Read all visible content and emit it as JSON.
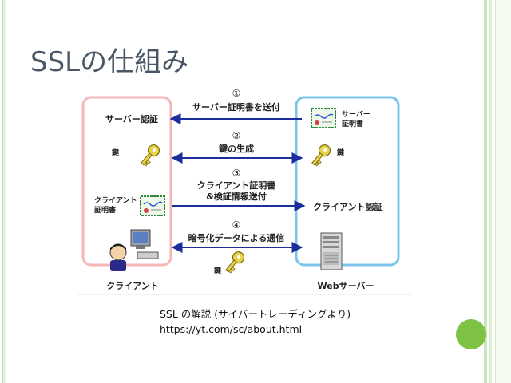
{
  "slide": {
    "title": "SSLの仕組み",
    "caption_line1": "SSL の解説 (サイバートレーディングより)",
    "caption_line2": "https://yt.com/sc/about.html"
  },
  "diagram": {
    "steps": [
      {
        "num": "①",
        "label": "サーバー証明書を送付"
      },
      {
        "num": "②",
        "label": "鍵の生成"
      },
      {
        "num": "③",
        "label_line1": "クライアント証明書",
        "label_line2": "&検証情報送付"
      },
      {
        "num": "④",
        "label": "暗号化データによる通信"
      }
    ],
    "client": {
      "server_auth": "サーバー認証",
      "key": "鍵",
      "client_cert_line1": "クライアント",
      "client_cert_line2": "証明書",
      "name": "クライアント"
    },
    "server": {
      "server_cert_line1": "サーバー",
      "server_cert_line2": "証明書",
      "key": "鍵",
      "client_auth": "クライアント認証",
      "name": "Webサーバー"
    },
    "bottom_key": "鍵",
    "colors": {
      "client_box": "#f4b6b6",
      "server_box": "#7cc4ec",
      "arrow": "#1b2f9c",
      "key": "#e8d24a",
      "cert": "#2f8a3a"
    }
  }
}
